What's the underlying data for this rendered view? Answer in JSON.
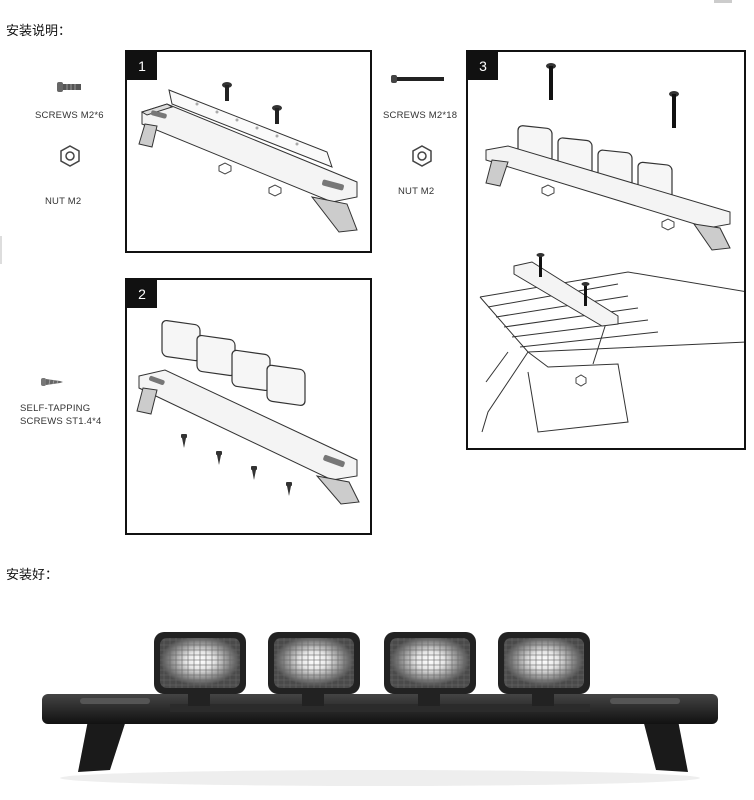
{
  "headings": {
    "instructions": "安装说明：",
    "installed": "安装好："
  },
  "parts": {
    "screws_m2_6": "SCREWS M2*6",
    "nut_m2_a": "NUT  M2",
    "self_tapping_line1": "SELF-TAPPING",
    "self_tapping_line2": "SCREWS ST1.4*4",
    "screws_m2_18": "SCREWS M2*18",
    "nut_m2_b": "NUT  M2"
  },
  "steps": {
    "one": "1",
    "two": "2",
    "three": "3"
  },
  "colors": {
    "ink": "#111111",
    "panel_border": "#111111",
    "light_lens": "#e8e8e8",
    "bar_black": "#1a1a1a"
  }
}
